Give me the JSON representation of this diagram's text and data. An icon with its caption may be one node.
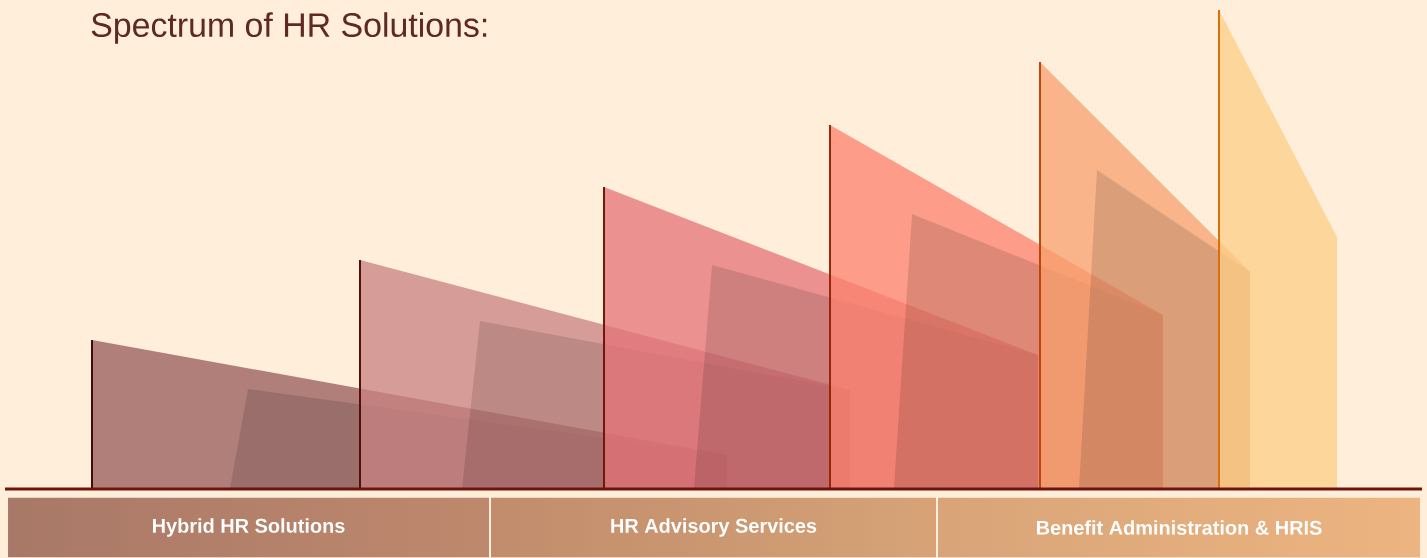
{
  "diagram": {
    "title": "Spectrum of HR Solutions:",
    "nodes": [
      {
        "text": [
          "Hybrid HR Solutions"
        ]
      },
      {
        "text": [
          "HR Advisory Services"
        ]
      },
      {
        "text": [
          "Benefit Administration & HRIS"
        ]
      }
    ]
  }
}
